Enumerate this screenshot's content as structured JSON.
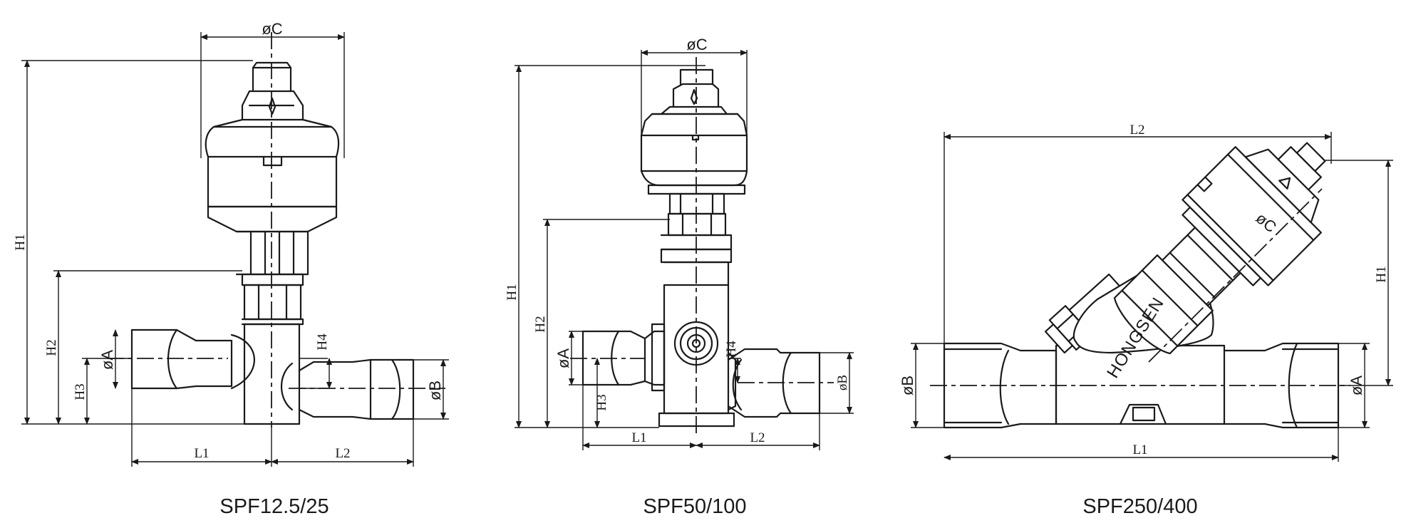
{
  "models": [
    {
      "name": "SPF12.5/25",
      "labels": {
        "c": "øC",
        "h1": "H1",
        "h2": "H2",
        "h3": "H3",
        "h4": "H4",
        "a": "øA",
        "b": "øB",
        "l1": "L1",
        "l2": "L2"
      }
    },
    {
      "name": "SPF50/100",
      "labels": {
        "c": "øC",
        "h1": "H1",
        "h2": "H2",
        "h3": "H3",
        "h4": "H4",
        "a": "øA",
        "b": "øB",
        "l1": "L1",
        "l2": "L2"
      }
    },
    {
      "name": "SPF250/400",
      "brand": "HONGSEN",
      "labels": {
        "c": "øC",
        "h1": "H1",
        "a": "øA",
        "b": "øB",
        "l1": "L1",
        "l2": "L2"
      }
    }
  ]
}
